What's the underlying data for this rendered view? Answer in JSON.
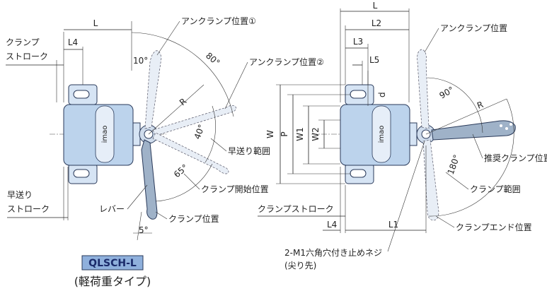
{
  "left_view": {
    "dim_L": "L",
    "dim_L4": "L4",
    "label_clamp_stroke": [
      "クランプ",
      "ストローク"
    ],
    "label_fast_stroke": [
      "早送り",
      "ストローク"
    ],
    "label_lever": "レバー",
    "label_unclamp_1": "アンクランプ位置①",
    "label_unclamp_2": "アンクランプ位置②",
    "label_fast_range": "早送り範囲",
    "label_clamp_start": "クランプ開始位置",
    "label_clamp_pos": "クランプ位置",
    "angle_10": "10°",
    "angle_80": "80°",
    "angle_40": "40°",
    "angle_65": "65°",
    "angle_5": "5°",
    "radius_R": "R",
    "logo": "imao"
  },
  "right_view": {
    "dim_L": "L",
    "dim_L2": "L2",
    "dim_L3": "L3",
    "dim_L5": "L5",
    "dim_d": "d",
    "dim_W": "W",
    "dim_P": "P",
    "dim_W1": "W1",
    "dim_W2": "W2",
    "dim_L4": "L4",
    "dim_L1": "L1",
    "label_unclamp": "アンクランプ位置",
    "label_recommended": "推奨クランプ位置",
    "label_clamp_range": "クランプ範囲",
    "label_clamp_end": "クランプエンド位置",
    "label_clamp_stroke": "クランプストローク",
    "label_screw": "2-M1六角穴付き止めネジ",
    "label_screw_note": "(尖り先)",
    "angle_90": "90°",
    "angle_180": "180°",
    "radius_R": "R",
    "logo": "imao"
  },
  "badge": "QLSCH-L",
  "caption": "(軽荷重タイプ)",
  "colors": {
    "body": "#bcd3ec",
    "badge_bg": "#8fb0dc",
    "outline": "#2a3a5a"
  }
}
